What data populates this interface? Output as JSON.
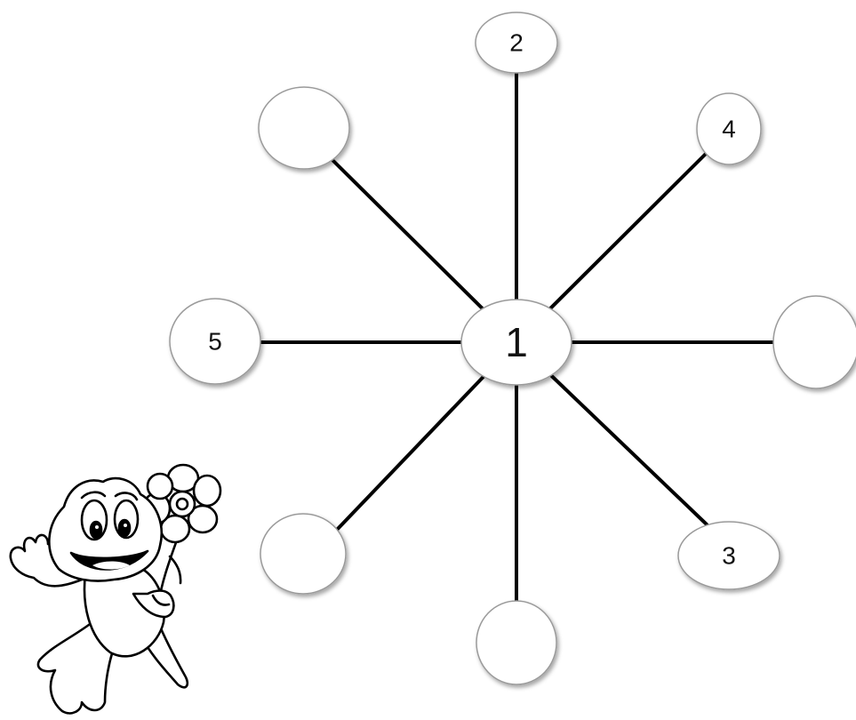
{
  "diagram": {
    "type": "radial-number-web",
    "center_label": "1",
    "spoke_labels": [
      "2",
      "4",
      "",
      "3",
      "",
      "",
      "5",
      ""
    ]
  },
  "illustration": {
    "icon": "frog-holding-flower-icon"
  },
  "colors": {
    "background": "#ffffff",
    "line": "#000000",
    "node_fill": "#ffffff",
    "node_stroke": "#9a9a9a"
  }
}
